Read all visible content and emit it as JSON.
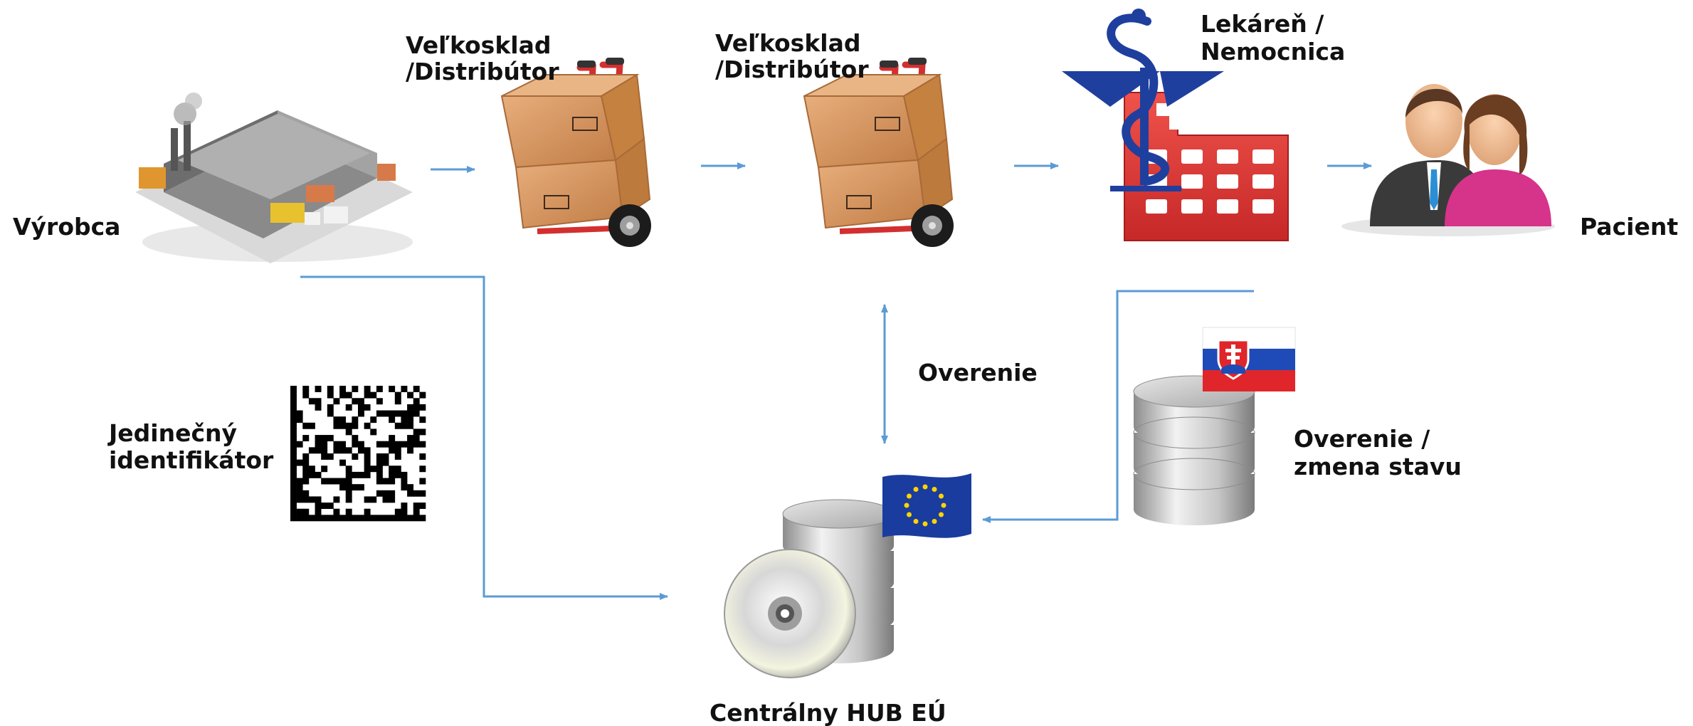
{
  "labels": {
    "producer": "Výrobca",
    "wholesaler1": [
      "Veľkosklad",
      "/Distribútor"
    ],
    "wholesaler2": [
      "Veľkosklad",
      "/Distribútor"
    ],
    "pharmacy": [
      "Lekáreň /",
      "Nemocnica"
    ],
    "patient": "Pacient",
    "unique_id": [
      "Jedinečný",
      "identifikátor"
    ],
    "verification": "Overenie",
    "verification_status": [
      "Overenie /",
      "zmena stavu"
    ],
    "hub": "Centrálny HUB EÚ"
  },
  "colors": {
    "arrow": "#5b9bd5",
    "text": "#111111",
    "hospital_red": "#e53935",
    "caduceus_blue": "#1f3f9e",
    "box_brown": "#d9965f",
    "trolley_red": "#d32f2f",
    "db_silver": "#bdbdbd",
    "eu_blue": "#1a3c9e",
    "eu_star": "#ffd400",
    "sk_white": "#ffffff",
    "sk_blue": "#1e4bb8",
    "sk_red": "#e0262b",
    "person_gray": "#3a3a3a",
    "person_pink": "#d6338a"
  },
  "icons": [
    "factory-icon",
    "hand-truck-icon",
    "hospital-icon",
    "caduceus-icon",
    "people-icon",
    "datamatrix-icon",
    "database-icon",
    "eu-flag-icon",
    "slovakia-flag-icon",
    "disc-icon"
  ]
}
